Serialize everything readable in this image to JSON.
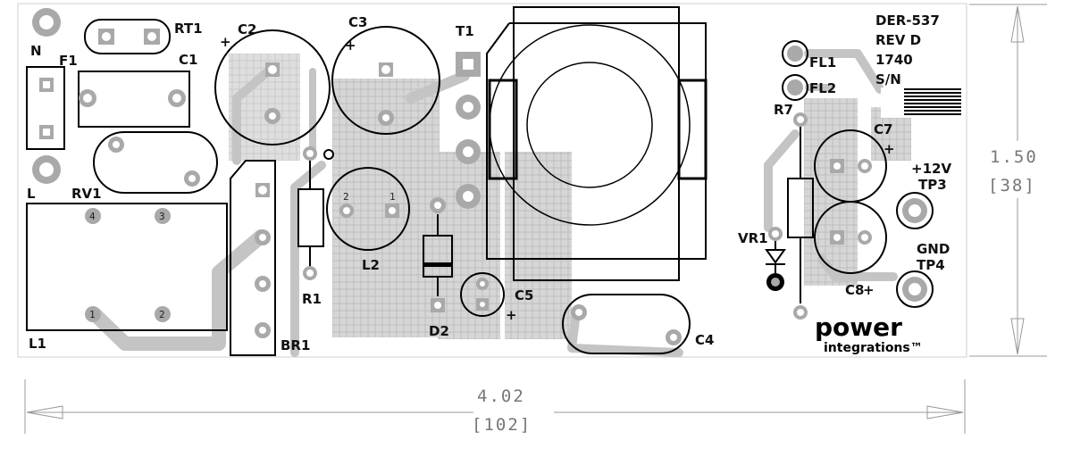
{
  "board": {
    "id": "DER-537",
    "rev": "REV D",
    "date_code": "1740",
    "serial": "S/N"
  },
  "labels": {
    "n": "N",
    "l": "L",
    "f1": "F1",
    "rt1": "RT1",
    "c1": "C1",
    "rv1": "RV1",
    "l1": "L1",
    "c2": "C2",
    "c3": "C3",
    "t1": "T1",
    "l2": "L2",
    "r1": "R1",
    "br1": "BR1",
    "d2": "D2",
    "c5": "C5",
    "c4": "C4",
    "fl1": "FL1",
    "fl2": "FL2",
    "r7": "R7",
    "c7": "C7",
    "c8": "C8",
    "vr1": "VR1",
    "tp3_v": "+12V",
    "tp3": "TP3",
    "tp4_v": "GND",
    "tp4": "TP4",
    "plus": "+",
    "pin1": "1",
    "pin2": "2",
    "pin3": "3",
    "pin4": "4"
  },
  "logo": {
    "line1": "power",
    "line2": "integrations™"
  },
  "dimensions": {
    "width_in": "4.02",
    "width_mm": "[102]",
    "height_in": "1.50",
    "height_mm": "[38]"
  },
  "colors": {
    "silkscreen": "#000000",
    "copper": "#a9a9a9",
    "dimension": "#777777"
  }
}
